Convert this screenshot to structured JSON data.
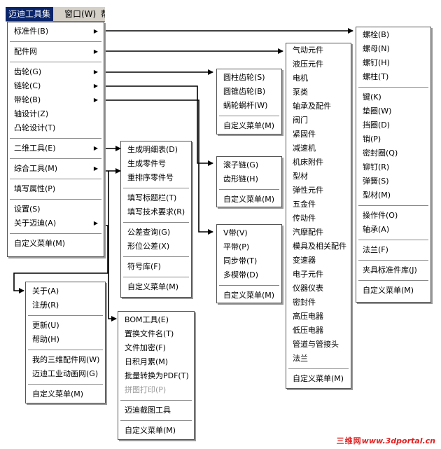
{
  "menubar": {
    "items": [
      {
        "label": "迈迪工具集"
      },
      {
        "label": "窗口(W)"
      },
      {
        "label": "帮"
      }
    ]
  },
  "main_menu": {
    "items": [
      {
        "label": "标准件(B)",
        "sub": true
      },
      {
        "label": "配件网",
        "sub": true
      },
      {
        "label": "齿轮(G)",
        "sub": true
      },
      {
        "label": "链轮(C)",
        "sub": true
      },
      {
        "label": "带轮(B)",
        "sub": true
      },
      {
        "label": "轴设计(Z)"
      },
      {
        "label": "凸轮设计(T)"
      },
      {
        "label": "二维工具(E)",
        "sub": true
      },
      {
        "label": "综合工具(M)",
        "sub": true
      },
      {
        "label": "填写属性(P)"
      },
      {
        "label": "设置(S)"
      },
      {
        "label": "关于迈迪(A)",
        "sub": true
      },
      {
        "label": "自定义菜单(M)"
      }
    ]
  },
  "about_menu": {
    "items": [
      {
        "label": "关于(A)"
      },
      {
        "label": "注册(R)"
      },
      {
        "label": "更新(U)"
      },
      {
        "label": "帮助(H)"
      },
      {
        "label": "我的三维配件网(W)"
      },
      {
        "label": "迈迪工业动画网(G)"
      },
      {
        "label": "自定义菜单(M)"
      }
    ]
  },
  "comprehensive_menu": {
    "items": [
      {
        "label": "BOM工具(E)"
      },
      {
        "label": "置换文件名(T)"
      },
      {
        "label": "文件加密(F)"
      },
      {
        "label": "日积月累(M)"
      },
      {
        "label": "批量转换为PDF(T)"
      },
      {
        "label": "拼图打印(P)",
        "disabled": true
      },
      {
        "label": "迈迪截图工具"
      },
      {
        "label": "自定义菜单(M)"
      }
    ]
  },
  "twod_menu": {
    "items": [
      {
        "label": "生成明细表(D)"
      },
      {
        "label": "生成零件号"
      },
      {
        "label": "重排序零件号"
      },
      {
        "label": "填写标题栏(T)"
      },
      {
        "label": "填写技术要求(R)"
      },
      {
        "label": "公差查询(G)"
      },
      {
        "label": "形位公差(X)"
      },
      {
        "label": "符号库(F)"
      },
      {
        "label": "自定义菜单(M)"
      }
    ]
  },
  "gear_menu": {
    "items": [
      {
        "label": "圆柱齿轮(S)"
      },
      {
        "label": "圆锥齿轮(B)"
      },
      {
        "label": "蜗轮蜗杆(W)"
      },
      {
        "label": "自定义菜单(M)"
      }
    ]
  },
  "chain_menu": {
    "items": [
      {
        "label": "滚子链(G)"
      },
      {
        "label": "齿形链(H)"
      },
      {
        "label": "自定义菜单(M)"
      }
    ]
  },
  "belt_menu": {
    "items": [
      {
        "label": "V带(V)"
      },
      {
        "label": "平带(P)"
      },
      {
        "label": "同步带(T)"
      },
      {
        "label": "多楔带(D)"
      },
      {
        "label": "自定义菜单(M)"
      }
    ]
  },
  "parts_menu": {
    "items": [
      {
        "label": "气动元件"
      },
      {
        "label": "液压元件"
      },
      {
        "label": "电机"
      },
      {
        "label": "泵类"
      },
      {
        "label": "轴承及配件"
      },
      {
        "label": "阀门"
      },
      {
        "label": "紧固件"
      },
      {
        "label": "减速机"
      },
      {
        "label": "机床附件"
      },
      {
        "label": "型材"
      },
      {
        "label": "弹性元件"
      },
      {
        "label": "五金件"
      },
      {
        "label": "传动件"
      },
      {
        "label": "汽摩配件"
      },
      {
        "label": "模具及相关配件"
      },
      {
        "label": "变速器"
      },
      {
        "label": "电子元件"
      },
      {
        "label": "仪器仪表"
      },
      {
        "label": "密封件"
      },
      {
        "label": "高压电器"
      },
      {
        "label": "低压电器"
      },
      {
        "label": "管道与管接头"
      },
      {
        "label": "法兰"
      },
      {
        "label": "自定义菜单(M)"
      }
    ]
  },
  "standard_menu": {
    "items": [
      {
        "label": "螺栓(B)"
      },
      {
        "label": "螺母(N)"
      },
      {
        "label": "螺钉(H)"
      },
      {
        "label": "螺柱(T)"
      },
      {
        "label": "键(K)"
      },
      {
        "label": "垫圈(W)"
      },
      {
        "label": "挡圈(D)"
      },
      {
        "label": "销(P)"
      },
      {
        "label": "密封圈(Q)"
      },
      {
        "label": "铆钉(R)"
      },
      {
        "label": "弹簧(S)"
      },
      {
        "label": "型材(M)"
      },
      {
        "label": "操作件(O)"
      },
      {
        "label": "轴承(A)"
      },
      {
        "label": "法兰(F)"
      },
      {
        "label": "夹具标准件库(J)"
      },
      {
        "label": "自定义菜单(M)"
      }
    ]
  },
  "watermark": {
    "brand": "三维网",
    "url": "www.3dportal.cn"
  }
}
